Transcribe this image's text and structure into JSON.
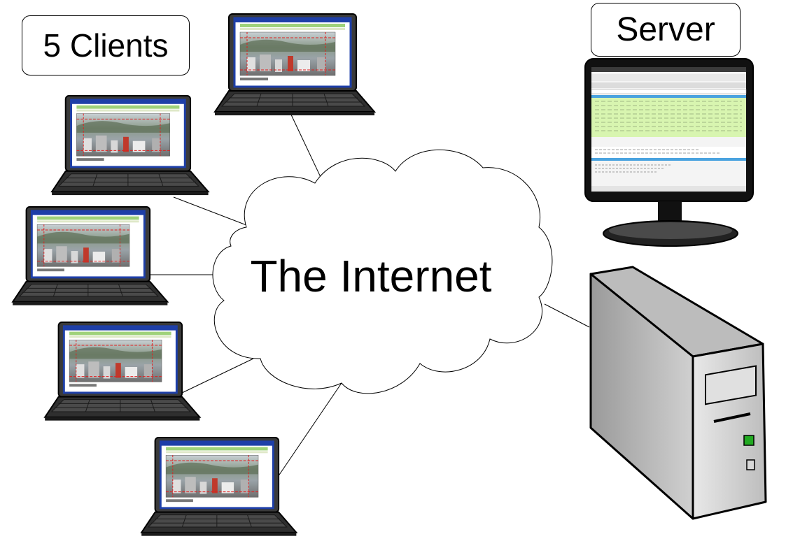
{
  "diagram": {
    "clients_label": "5 Clients",
    "server_label": "Server",
    "network_label": "The Internet"
  },
  "colors": {
    "background": "#ffffff",
    "line": "#000000",
    "laptop_body": "#3a3a3a",
    "laptop_screen_frame": "#1e3fa8",
    "tower_body": "#c8c8c8",
    "tower_front": "#e6e6e6",
    "monitor_screen_rows": "#d8f5b0",
    "power_led": "#22aa22"
  },
  "icons": {
    "client": "laptop-icon",
    "server_monitor": "monitor-icon",
    "server_tower": "server-tower-icon",
    "network": "cloud-icon"
  }
}
